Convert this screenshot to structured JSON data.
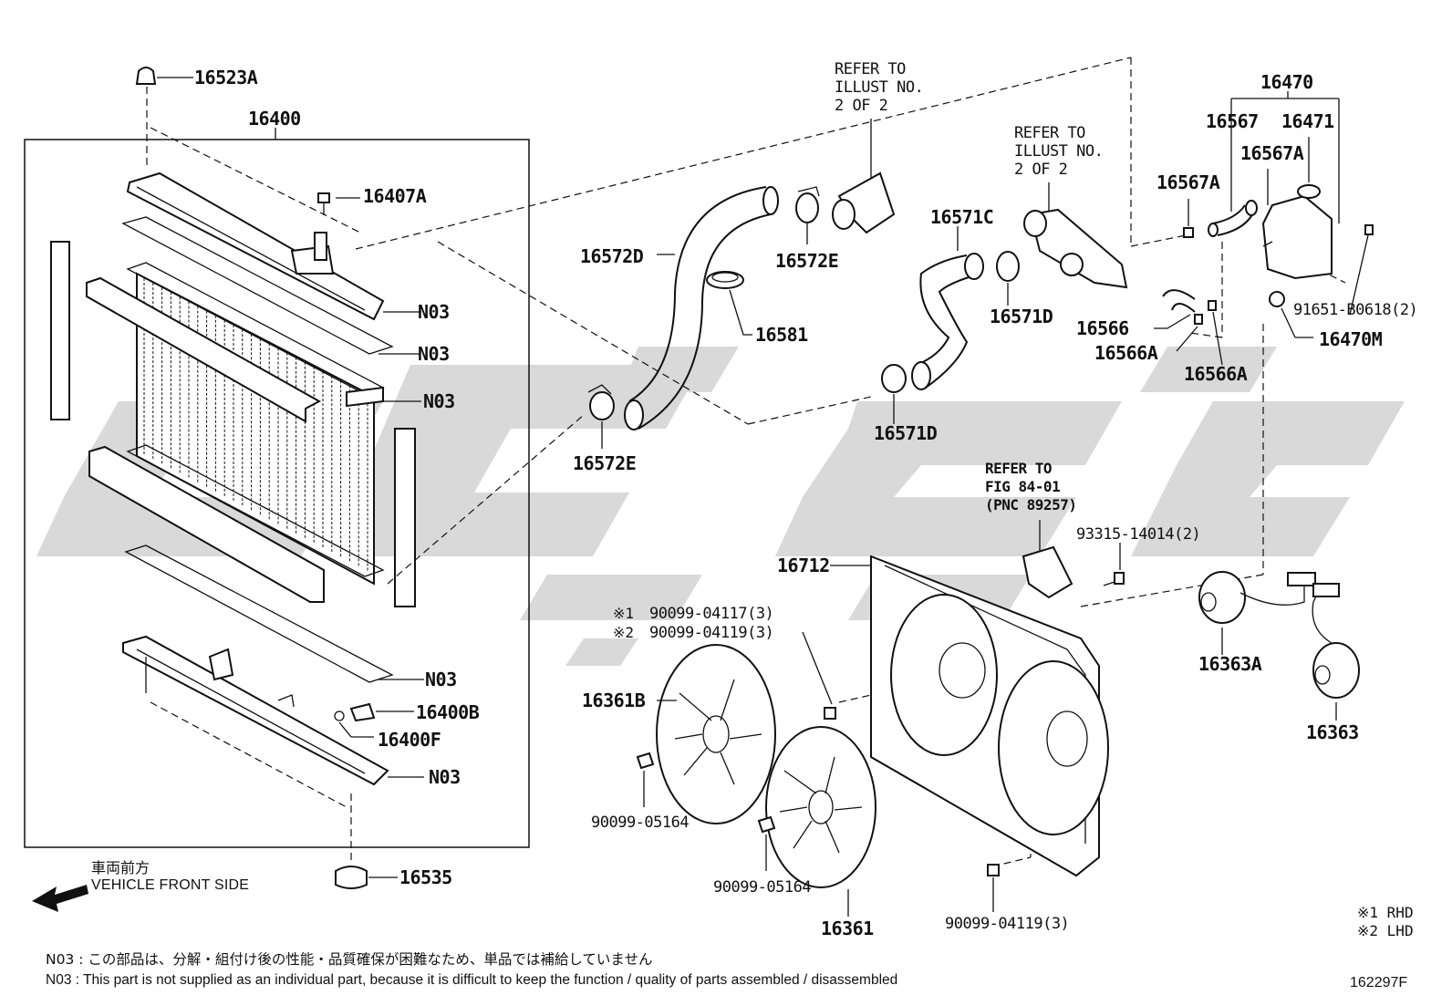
{
  "figure_number": "162297F",
  "parts": {
    "p16523A": "16523A",
    "p16400": "16400",
    "p16407A": "16407A",
    "n03_a": "N03",
    "n03_b": "N03",
    "n03_c": "N03",
    "n03_d": "N03",
    "n03_e": "N03",
    "p16400B": "16400B",
    "p16400F": "16400F",
    "p16535": "16535",
    "p16572D": "16572D",
    "p16572E_top": "16572E",
    "p16572E_bottom": "16572E",
    "p16581": "16581",
    "p16571C": "16571C",
    "p16571D_top": "16571D",
    "p16571D_bottom": "16571D",
    "p16470": "16470",
    "p16567": "16567",
    "p16471": "16471",
    "p16567A_a": "16567A",
    "p16567A_b": "16567A",
    "p91651": "91651-B0618(2)",
    "p16470M": "16470M",
    "p16566": "16566",
    "p16566A_a": "16566A",
    "p16566A_b": "16566A",
    "p93315": "93315-14014(2)",
    "p16712": "16712",
    "p90099_04117": "90099-04117(3)",
    "p90099_04119": "90099-04119(3)",
    "p90099_04119_bottom": "90099-04119(3)",
    "p16361B": "16361B",
    "p16361": "16361",
    "p90099_05164_a": "90099-05164",
    "p90099_05164_b": "90099-05164",
    "p16363A": "16363A",
    "p16363": "16363"
  },
  "marks": {
    "m1": "※1",
    "m2": "※2"
  },
  "references": {
    "ref1": [
      "REFER TO",
      "ILLUST NO.",
      "2 OF 2"
    ],
    "ref2": [
      "REFER TO",
      "ILLUST NO.",
      "2 OF 2"
    ],
    "ref3": [
      "REFER TO",
      "FIG 84-01",
      "(PNC 89257)"
    ]
  },
  "legend": {
    "rhd": "※1 RHD",
    "lhd": "※2 LHD"
  },
  "front": {
    "jp": "車両前方",
    "en": "VEHICLE FRONT SIDE"
  },
  "notes": {
    "jp": "N03 : この部品は、分解・組付け後の性能・品質確保が困難なため、単品では補給していません",
    "en": "N03 : This part is not supplied as an individual part, because it is difficult to keep the function / quality of parts assembled / disassembled"
  }
}
